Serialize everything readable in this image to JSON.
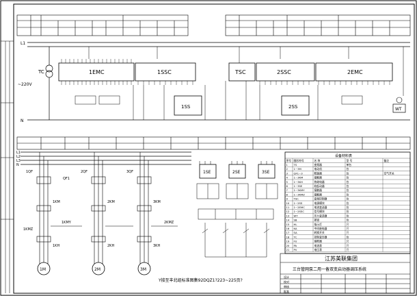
{
  "blocks": {
    "emc1": "1EMC",
    "ssc1": "1SSC",
    "tsc": "TSC",
    "ssc2": "2SSC",
    "emc2": "2EMC",
    "s1": "1SS",
    "s2": "2SS",
    "tc": "TC",
    "wt": "WT",
    "se1": "1SE",
    "se2": "2SE",
    "se3": "3SE"
  },
  "supply": {
    "v220": "~220V",
    "l1": "L1",
    "n": "N"
  },
  "power": {
    "qf1": "1QF",
    "qf2": "2QF",
    "qf3": "3QF",
    "km1": "1KM",
    "km2": "2KM",
    "km3": "3KM",
    "kh1": "1KH",
    "kh2": "2KH",
    "kh3": "3KH",
    "m1": "1M",
    "m2": "2M",
    "m3": "3M",
    "kmz1": "1KMZ",
    "kmz2": "2KMZ",
    "kmy": "1KMY",
    "qf_mid": "QF1",
    "lines": [
      "L1",
      "L2",
      "L3",
      "N"
    ]
  },
  "bottom_note": "Y接至丰北组标准图集92DQZ1?223~225页?",
  "title_block": {
    "company": "江苏美联集团",
    "drawing_title": "三台管网泵二用一备双变启动器调压系统",
    "rows": [
      "设计",
      "校对",
      "审核",
      "批准"
    ]
  },
  "table": {
    "header": "设备材料表",
    "columns": [
      "序号",
      "图形符号",
      "名 称",
      "型 号",
      "备注"
    ],
    "rows": [
      [
        "1",
        "TS",
        "变频器",
        "单台",
        ""
      ],
      [
        "2",
        "1~3M",
        "电动机",
        "台",
        ""
      ],
      [
        "3",
        "QF1~3",
        "断路器",
        "台",
        "空气开关"
      ],
      [
        "4",
        "1~3KM",
        "接触器",
        "台",
        ""
      ],
      [
        "5",
        "1~3KH",
        "热继电器",
        "台",
        ""
      ],
      [
        "6",
        "1~3SE",
        "软起动器",
        "台",
        ""
      ],
      [
        "7",
        "1~3KMY",
        "接触器",
        "台",
        ""
      ],
      [
        "8",
        "1~3KMZ",
        "接触器",
        "台",
        ""
      ],
      [
        "9",
        "TSC",
        "变频控制器",
        "台",
        ""
      ],
      [
        "10",
        "1~2SS",
        "电源模块",
        "台",
        ""
      ],
      [
        "11",
        "1~2EMC",
        "电流变送器",
        "台",
        ""
      ],
      [
        "12",
        "1~2SSC",
        "信号模块",
        "台",
        ""
      ],
      [
        "13",
        "WT",
        "压力变送器",
        "台",
        ""
      ],
      [
        "14",
        "SB",
        "按钮",
        "台",
        ""
      ],
      [
        "15",
        "HL",
        "指示灯",
        "只",
        ""
      ],
      [
        "16",
        "KA",
        "中间继电器",
        "只",
        ""
      ],
      [
        "17",
        "SA",
        "转换开关",
        "只",
        ""
      ],
      [
        "18",
        "TC",
        "控制变压器",
        "台",
        ""
      ],
      [
        "19",
        "FU",
        "熔断器",
        "只",
        ""
      ],
      [
        "20",
        "PA",
        "电流表",
        "只",
        ""
      ],
      [
        "21",
        "PV",
        "电压表",
        "只",
        ""
      ]
    ]
  }
}
